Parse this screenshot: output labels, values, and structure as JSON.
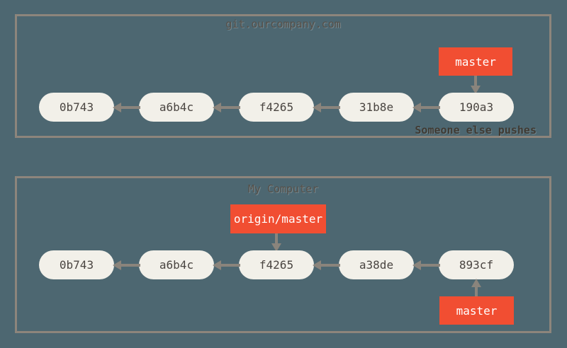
{
  "colors": {
    "background": "#4d6771",
    "frame_border": "#8d857c",
    "commit_fill": "#f2f0e9",
    "commit_text": "#4a4541",
    "branch_label_bg": "#f14e32",
    "branch_label_text": "#ffffff",
    "arrow": "#8a847c",
    "title_text": "#565049",
    "caption_text": "#3f3a33"
  },
  "remote": {
    "title": "git.ourcompany.com",
    "branch_label": "master",
    "commits": [
      "0b743",
      "a6b4c",
      "f4265",
      "31b8e",
      "190a3"
    ],
    "caption": "Someone else pushes"
  },
  "local": {
    "title": "My Computer",
    "remote_branch_label": "origin/master",
    "branch_label": "master",
    "commits": [
      "0b743",
      "a6b4c",
      "f4265",
      "a38de",
      "893cf"
    ]
  }
}
